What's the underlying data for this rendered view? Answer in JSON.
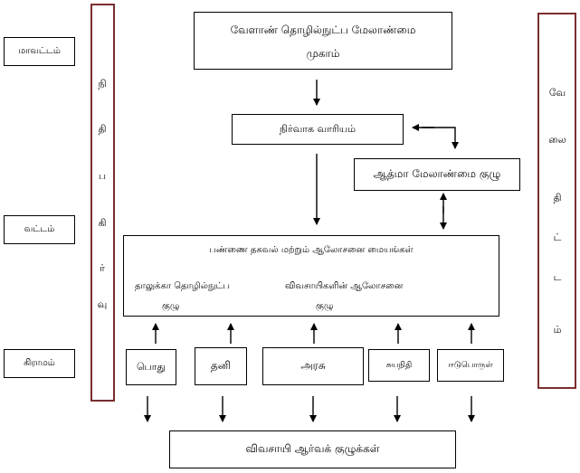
{
  "levels": {
    "district": "மாவட்டம்",
    "block": "வட்டம்",
    "village": "கிராமம்"
  },
  "left_bar_chars": [
    "நி",
    "தி",
    "ப",
    "கி",
    "ர்",
    "வு"
  ],
  "right_bar_chars": [
    "வே",
    "லை",
    "தி",
    "ட்",
    "ட",
    "ம்"
  ],
  "atma_agency": {
    "line1": "வேளாண் தொழில்நுட்ப மேலாண்மை",
    "line2": "முகாம்"
  },
  "governing_board": "நிர்வாக வாரியம்",
  "atma_committee": "ஆத்மா மேலாண்மை குழு",
  "farm_centre": {
    "title": "பண்ணை தகவல் மற்றும் ஆலோசனை மையங்கள்",
    "left_line1": "தாலுக்கா தொழில்நுட்ப",
    "left_line2": "குழு",
    "right_line1": "விவசாயிகளின் ஆலோசனை",
    "right_line2": "குழு"
  },
  "sources": [
    "பொது",
    "தனி",
    "அரசு",
    "சுயநிதி",
    "ஈடுபொருள்"
  ],
  "farmer_groups": "விவசாயி ஆர்வக் குழுக்கள்",
  "colors": {
    "bar_border": "#7a2e2e",
    "line": "#000000"
  }
}
